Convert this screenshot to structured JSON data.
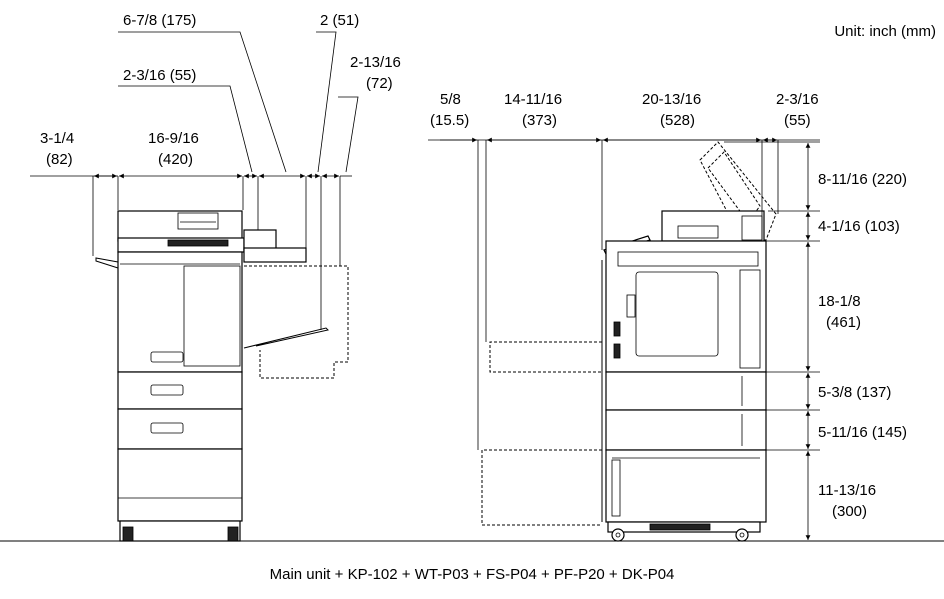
{
  "unit_label": "Unit: inch (mm)",
  "caption": "Main unit + KP-102 + WT-P03 + FS-P04 + PF-P20 + DK-P04",
  "front_dims": {
    "d175": "6-7/8 (175)",
    "d51": "2 (51)",
    "d72_a": "2-13/16",
    "d72_b": "(72)",
    "d55": "2-3/16 (55)",
    "d82_a": "3-1/4",
    "d82_b": "(82)",
    "d420_a": "16-9/16",
    "d420_b": "(420)"
  },
  "side_dims": {
    "d15_a": "5/8",
    "d15_b": "(15.5)",
    "d373_a": "14-11/16",
    "d373_b": "(373)",
    "d528_a": "20-13/16",
    "d528_b": "(528)",
    "d55_a": "2-3/16",
    "d55_b": "(55)"
  },
  "height_dims": {
    "d220": "8-11/16 (220)",
    "d103": "4-1/16 (103)",
    "d461_a": "18-1/8",
    "d461_b": "(461)",
    "d137": "5-3/8 (137)",
    "d145": "5-11/16 (145)",
    "d300_a": "11-13/16",
    "d300_b": "(300)"
  }
}
